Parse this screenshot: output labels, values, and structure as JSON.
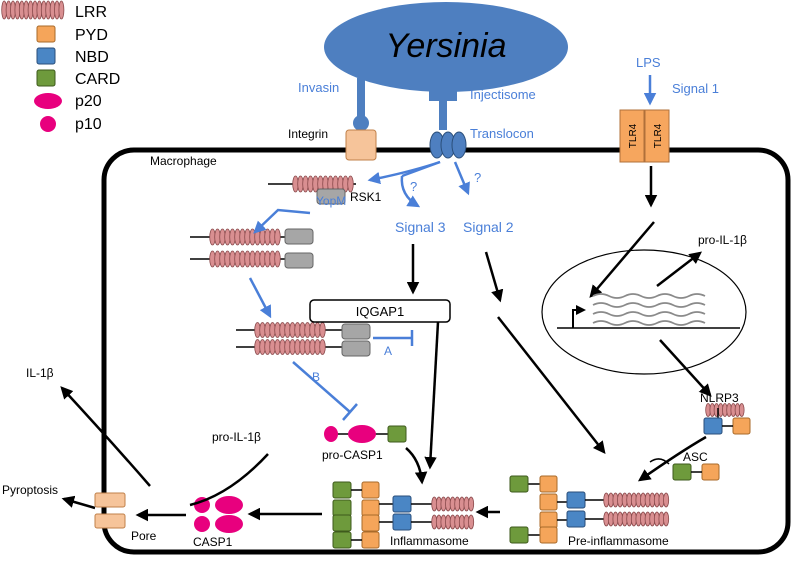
{
  "legend": {
    "lrr": "LRR",
    "pyd": "PYD",
    "nbd": "NBD",
    "card": "CARD",
    "p20": "p20",
    "p10": "p10"
  },
  "labels": {
    "yersinia": "Yersinia",
    "invasin": "Invasin",
    "injectisome": "Injectisome",
    "integrin": "Integrin",
    "translocon": "Translocon",
    "lps": "LPS",
    "signal1": "Signal 1",
    "tlr4": "TLR4",
    "macrophage": "Macrophage",
    "question": "?",
    "yopm": "YopM",
    "rsk1": "RSK1",
    "signal3": "Signal 3",
    "signal2": "Signal 2",
    "iqgap1": "IQGAP1",
    "a": "A",
    "b": "B",
    "il1b": "IL-1β",
    "pro_il1b": "pro-IL-1β",
    "pro_casp1": "pro-CASP1",
    "nlrp3": "NLRP3",
    "asc": "ASC",
    "pyroptosis": "Pyroptosis",
    "pore": "Pore",
    "casp1": "CASP1",
    "inflammasome": "Inflammasome",
    "pre_inflammasome": "Pre-inflammasome"
  },
  "colors": {
    "lrr": "#d98f91",
    "pyd": "#f5a55a",
    "nbd": "#4a86c5",
    "card": "#6e9a3c",
    "p20": "#e8007e",
    "rsk1": "#a6a6a6",
    "yersinia": "#4e7fc0",
    "blue_text": "#4a7fd8",
    "integrin": "#f6c49a"
  }
}
